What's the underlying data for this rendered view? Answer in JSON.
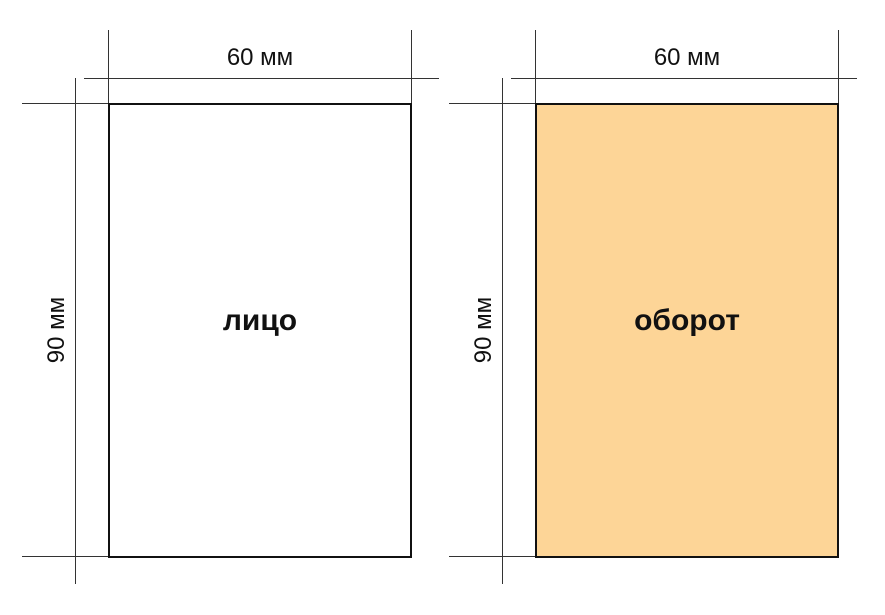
{
  "front": {
    "label": "лицо",
    "width_label": "60 мм",
    "height_label": "90 мм",
    "fill": "#ffffff"
  },
  "back": {
    "label": "оборот",
    "width_label": "60 мм",
    "height_label": "90 мм",
    "fill": "#fdd597"
  },
  "colors": {
    "outline": "#111111",
    "guide": "#333333"
  }
}
